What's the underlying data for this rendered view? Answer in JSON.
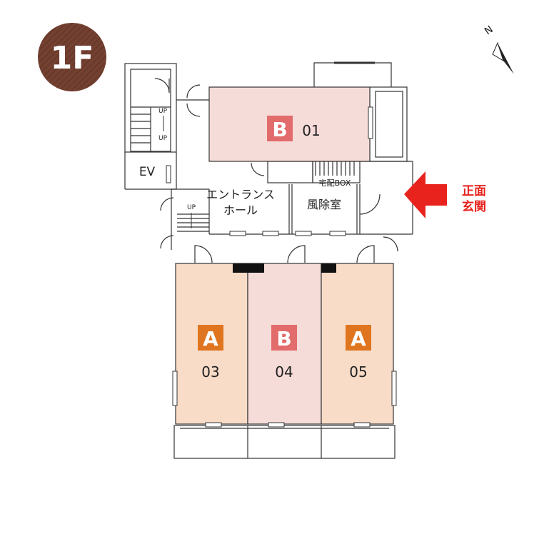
{
  "floor": {
    "label": "1F"
  },
  "compass": {
    "label": "N"
  },
  "rooms": [
    {
      "id": "unit-01",
      "type": "B",
      "number": "01",
      "fill": "#f6dcd9",
      "badge": "#e26b6b"
    },
    {
      "id": "unit-03",
      "type": "A",
      "number": "03",
      "fill": "#f8dcc8",
      "badge": "#e0751f"
    },
    {
      "id": "unit-04",
      "type": "B",
      "number": "04",
      "fill": "#f6dcd9",
      "badge": "#e26b6b"
    },
    {
      "id": "unit-05",
      "type": "A",
      "number": "05",
      "fill": "#f8dcc8",
      "badge": "#e0751f"
    }
  ],
  "spaces": {
    "ev": "EV",
    "entrance_hall_line1": "エントランス",
    "entrance_hall_line2": "ホール",
    "windbreak": "風除室",
    "delivery_box": "宅配BOX",
    "up_labels": [
      "UP",
      "UP",
      "UP"
    ]
  },
  "front_entrance": {
    "line1": "正面",
    "line2": "玄関",
    "color": "#e8231e"
  },
  "colors": {
    "floor_badge": "#6b3a2a",
    "wall": "#333333"
  }
}
